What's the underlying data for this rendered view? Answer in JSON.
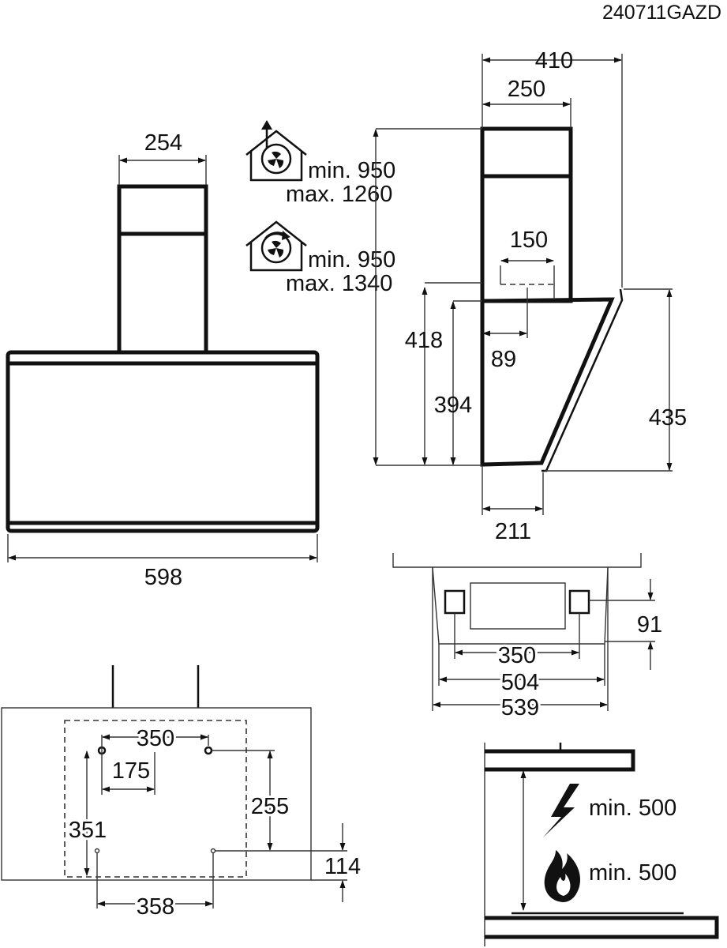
{
  "drawing_code": "240711GAZD",
  "front_view": {
    "chimney_width": "254",
    "hood_width": "598"
  },
  "chimney_heights": {
    "extraction_mode": {
      "icon": "extraction-house-icon",
      "min": "min. 950",
      "max": "max. 1260"
    },
    "recirculation_mode": {
      "icon": "recirculation-house-icon",
      "min": "min. 950",
      "max": "max. 1340"
    }
  },
  "side_view": {
    "overall_depth": "410",
    "chimney_depth": "250",
    "outlet_width": "150",
    "outlet_offset": "89",
    "height_418": "418",
    "height_394": "394",
    "front_height": "435",
    "bottom_depth": "211"
  },
  "top_view": {
    "outlet_height": "91",
    "spacing_350": "350",
    "width_504": "504",
    "width_539": "539"
  },
  "mounting_view": {
    "hole_spacing_top": "350",
    "half_spacing": "175",
    "vertical_255": "255",
    "vertical_351": "351",
    "bottom_offset": "114",
    "hole_spacing_bottom": "358"
  },
  "clearance_view": {
    "electric": {
      "icon": "lightning-icon",
      "label": "min. 500"
    },
    "gas": {
      "icon": "flame-icon",
      "label": "min. 500"
    }
  }
}
